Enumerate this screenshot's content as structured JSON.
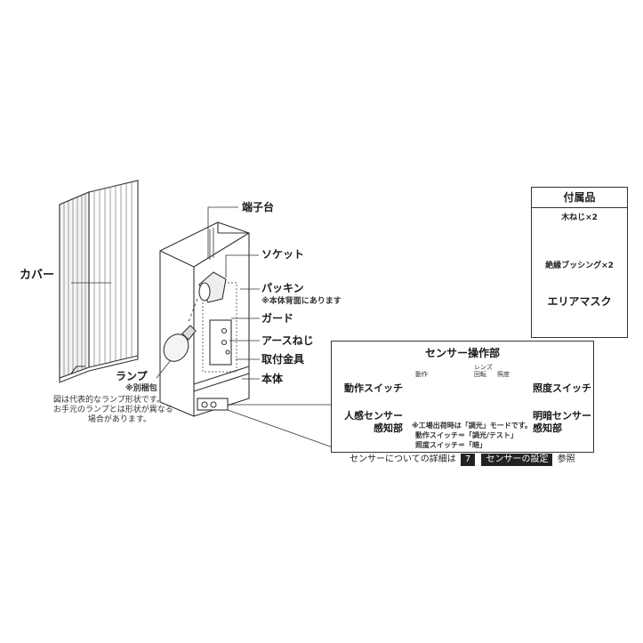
{
  "labels": {
    "cover": "カバー",
    "terminal_block": "端子台",
    "socket": "ソケット",
    "packing": "パッキン",
    "packing_note": "※本体背面にあります",
    "guard": "ガード",
    "earth_screw": "アースねじ",
    "mounting_bracket": "取付金具",
    "body": "本体",
    "lamp": "ランプ",
    "lamp_note": "※別梱包",
    "lamp_disclaimer": [
      "図は代表的なランプ形状です。",
      "お手元のランプとは形状が異なる",
      "場合があります。"
    ]
  },
  "accessories": {
    "title": "付属品",
    "wood_screw": "木ねじ×2",
    "bushing": "絶縁ブッシング×2",
    "area_mask": "エリアマスク"
  },
  "sensor_panel": {
    "title": "センサー操作部",
    "operation_switch": "動作スイッチ",
    "illuminance_switch": "照度スイッチ",
    "human_sensor": [
      "人感センサー",
      "感知部"
    ],
    "brightness_sensor": [
      "明暗センサー",
      "感知部"
    ],
    "lens_label": "レンズ",
    "rotate_label": "回転",
    "op_small": "動作",
    "illum_small": "照度",
    "factory_note": [
      "※工場出荷時は「調光」モードです。",
      "動作スイッチ＝「調光/テスト」",
      "照度スイッチ＝「暗」"
    ]
  },
  "reference": {
    "prefix": "センサーについての詳細は",
    "number": "7",
    "section": "センサーの設定",
    "suffix": "参照"
  }
}
